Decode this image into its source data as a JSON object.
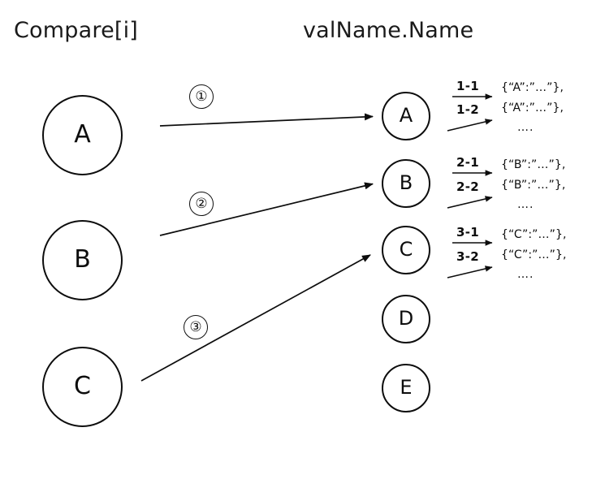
{
  "columns": {
    "left_title": "Compare[i]",
    "right_title": "valName.Name"
  },
  "left_nodes": [
    {
      "label": "A"
    },
    {
      "label": "B"
    },
    {
      "label": "C"
    }
  ],
  "right_nodes": [
    {
      "label": "A"
    },
    {
      "label": "B"
    },
    {
      "label": "C"
    },
    {
      "label": "D"
    },
    {
      "label": "E"
    }
  ],
  "steps": [
    {
      "badge": "①",
      "from": "A",
      "to": "A"
    },
    {
      "badge": "②",
      "from": "B",
      "to": "B"
    },
    {
      "badge": "③",
      "from": "C",
      "to": "C"
    }
  ],
  "groups": [
    {
      "key": "A",
      "edges": [
        "1-1",
        "1-2"
      ],
      "records": [
        "{“A”:”…”},",
        "{“A”:”…”},"
      ],
      "more": "…."
    },
    {
      "key": "B",
      "edges": [
        "2-1",
        "2-2"
      ],
      "records": [
        "{“B”:”…”},",
        "{“B”:”…”},"
      ],
      "more": "…."
    },
    {
      "key": "C",
      "edges": [
        "3-1",
        "3-2"
      ],
      "records": [
        "{“C”:”…”},",
        "{“C”:”…”},"
      ],
      "more": "…."
    }
  ],
  "colors": {
    "stroke": "#0d0d0d",
    "text": "#1a1a1a",
    "background": "#ffffff"
  }
}
